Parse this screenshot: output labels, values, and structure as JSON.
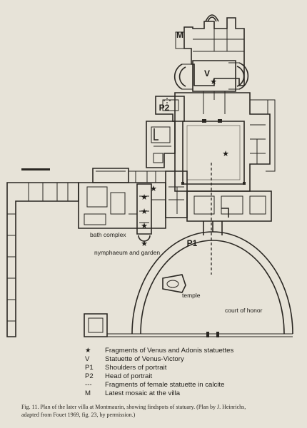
{
  "plan_labels": {
    "m": "M",
    "v": "V",
    "p2": "P2",
    "p1": "P1",
    "bath_complex": "bath complex",
    "nymphaeum": "nymphaeum and garden",
    "temple": "temple",
    "court": "court of honor"
  },
  "legend": [
    {
      "symbol": "★",
      "text": "Fragments of Venus and Adonis statuettes"
    },
    {
      "symbol": "V",
      "text": "Statuette of Venus-Victory"
    },
    {
      "symbol": "P1",
      "text": "Shoulders of portrait"
    },
    {
      "symbol": "P2",
      "text": "Head of portrait"
    },
    {
      "symbol": "---",
      "text": "Fragments of female statuette in calcite"
    },
    {
      "symbol": "M",
      "text": "Latest mosaic at the villa"
    }
  ],
  "caption": {
    "line1": "Fig. 11. Plan of the later villa at Montmaurin, showing findspots of statuary. (Plan by J. Heinrichs,",
    "line2": "adapted from Fouet 1969, fig. 23, by permission.)"
  }
}
